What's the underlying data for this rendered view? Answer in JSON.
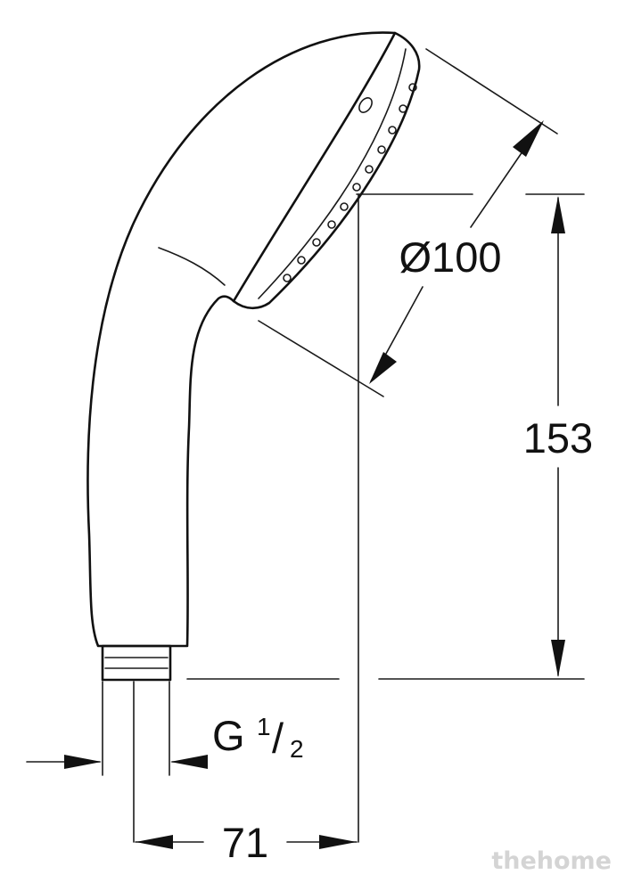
{
  "dimensions": {
    "diameter": "Ø100",
    "height": "153",
    "width": "71",
    "thread_letter": "G",
    "thread_num": "1",
    "thread_slash": "/",
    "thread_den": "2"
  },
  "watermark": "thehome",
  "colors": {
    "line": "#111111",
    "background": "#ffffff",
    "watermark": "#d4d4d4"
  }
}
